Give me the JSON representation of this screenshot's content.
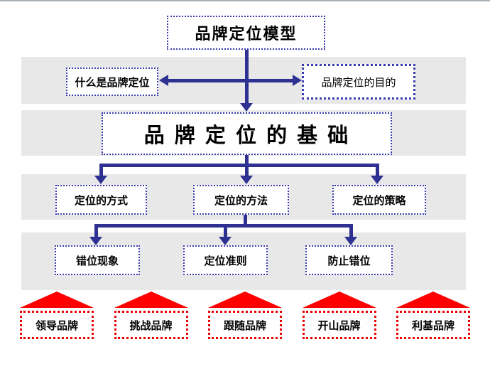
{
  "diagram": {
    "root": {
      "label": "品牌定位模型"
    },
    "level2": {
      "left": {
        "label": "什么是品牌定位"
      },
      "right": {
        "label": "品牌定位的目的"
      }
    },
    "foundation": {
      "label": "品 牌 定 位 的 基 础"
    },
    "level4": {
      "items": [
        {
          "label": "定位的方式"
        },
        {
          "label": "定位的方法"
        },
        {
          "label": "定位的策略"
        }
      ]
    },
    "level5": {
      "items": [
        {
          "label": "错位现象"
        },
        {
          "label": "定位准则"
        },
        {
          "label": "防止错位"
        }
      ]
    },
    "brands": {
      "items": [
        {
          "label": "领导品牌"
        },
        {
          "label": "挑战品牌"
        },
        {
          "label": "跟随品牌"
        },
        {
          "label": "开山品牌"
        },
        {
          "label": "利基品牌"
        }
      ]
    },
    "colors": {
      "connector_blue": "#2e3192",
      "box_border_blue": "#3b3bb0",
      "box_border_red": "#e80000",
      "roof_red": "#ff0000",
      "band_gray": "#e8e8e8",
      "top_rule_gray": "#a9b1b7"
    }
  }
}
